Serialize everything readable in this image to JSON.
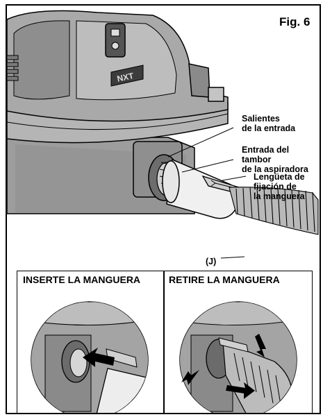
{
  "figure": {
    "label": "Fig. 6"
  },
  "callouts": {
    "inlet_bosses": [
      "Salientes",
      "de la entrada"
    ],
    "drum_inlet": [
      "Entrada del tambor",
      "de la aspiradora"
    ],
    "hose_tab": [
      "Lengüeta de",
      "fijación de",
      "la manguera"
    ],
    "hose_letter": "(J)"
  },
  "panels": {
    "insert_title": "INSERTE LA MANGUERA",
    "remove_title": "RETIRE LA MANGUERA"
  },
  "branding": {
    "logo_text": "NXT"
  },
  "colors": {
    "line": "#000000",
    "body_gray": "#9a9a9a",
    "light_gray": "#d4d4d4",
    "dark_gray": "#6e6e6e"
  }
}
